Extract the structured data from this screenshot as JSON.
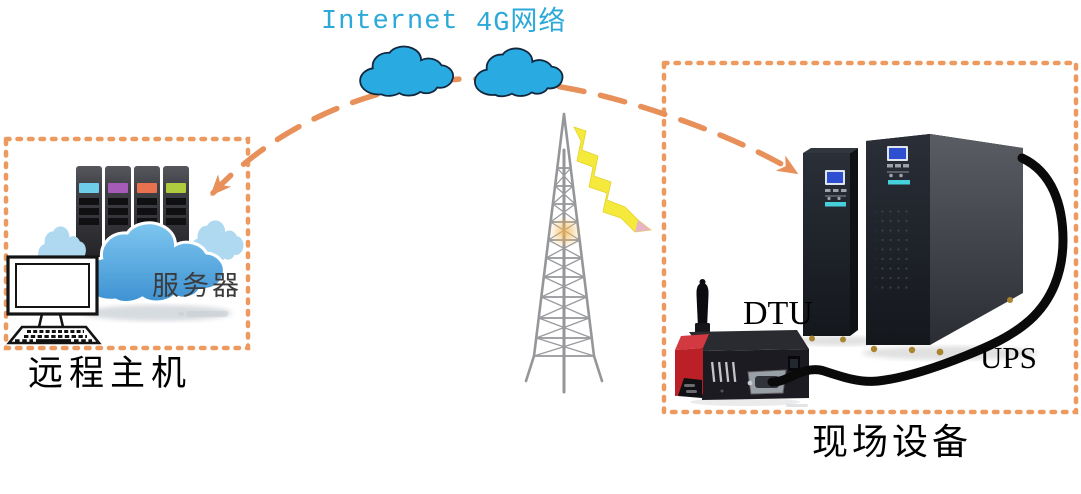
{
  "labels": {
    "internet": "Internet",
    "network_4g": "4G网络",
    "server": "服务器",
    "remote_host": "远程主机",
    "dtu": "DTU",
    "ups": "UPS",
    "field_equipment": "现场设备"
  },
  "colors": {
    "accent_orange": "#EC9A5F",
    "arrow_orange": "#E8905A",
    "cloud_blue": "#29ABE2",
    "cloud_outline": "#12283F",
    "label_cyan": "#2BA9D8",
    "server_cloud_top": "#7EC6F0",
    "server_cloud_bottom": "#3E92D2",
    "puff_blue": "#AFD9F1",
    "tower_gray": "#95969A",
    "bolt_yellow": "#F5E93C",
    "bolt_tip_pink": "#E9B4C6",
    "rack_band_cyan": "#6ECDE9",
    "rack_band_purple": "#A75BB8",
    "rack_band_orange": "#E8714F",
    "rack_band_green": "#AFCB3E",
    "device_dark": "#1E222A",
    "lcd_blue": "#2E4FD0",
    "strip_cyan": "#45D0DC",
    "dtu_red": "#BB2026",
    "dtu_red_top": "#D23940",
    "feet_gold": "#A8852E",
    "cable_black": "#0A0A0A",
    "server_label_gray": "#3B3B3B",
    "text_black": "#000000"
  },
  "icons": {
    "internet_cloud": "cloud",
    "cloud_4g": "cloud",
    "server_cloud": "cloud",
    "server_racks": "four-rack-towers",
    "workstation": "monitor-and-keyboard-lineart",
    "cell_tower": "lattice-mast",
    "lightning": "zigzag-bolt",
    "ups_units": "two-black-tower-cabinets",
    "dtu_modem": "red-black-box-with-antenna",
    "serial_cable": "thick-black-curve",
    "connection_arc": "orange-dashed-double-arrow"
  }
}
